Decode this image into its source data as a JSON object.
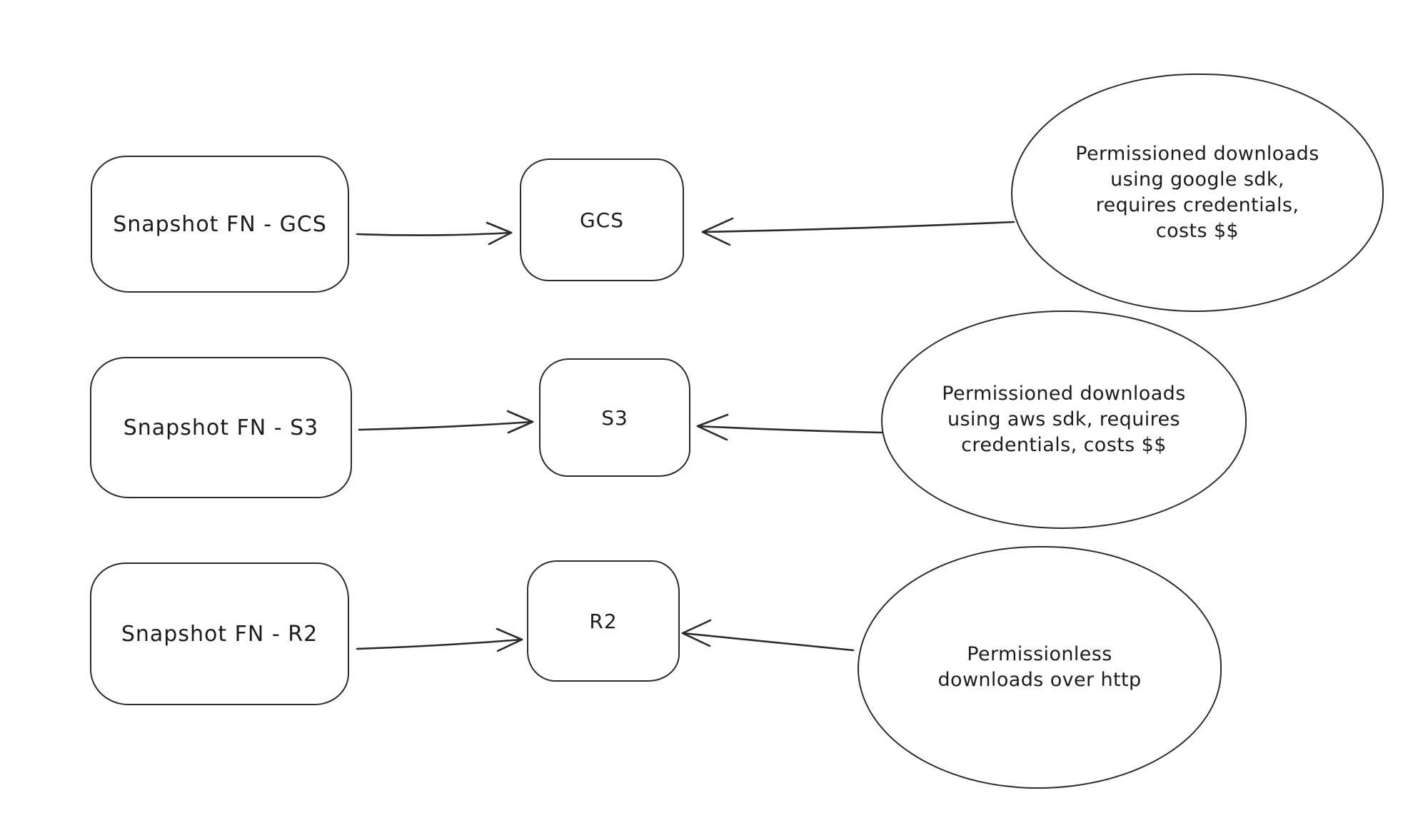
{
  "canvas": {
    "background": "#ffffff",
    "ink": "#2a2a2a"
  },
  "rows": [
    {
      "source_label": "Snapshot FN - GCS",
      "target_label": "GCS",
      "note": "Permissioned downloads\nusing google sdk,\nrequires credentials,\ncosts $$"
    },
    {
      "source_label": "Snapshot FN - S3",
      "target_label": "S3",
      "note": "Permissioned downloads\nusing aws sdk, requires\ncredentials, costs $$"
    },
    {
      "source_label": "Snapshot FN - R2",
      "target_label": "R2",
      "note": "Permissionless\ndownloads over http"
    }
  ]
}
